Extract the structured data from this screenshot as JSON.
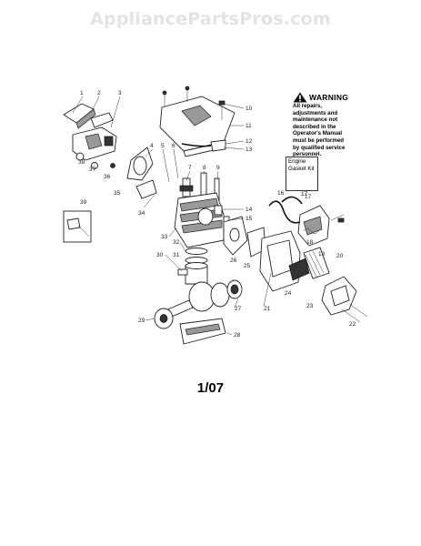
{
  "watermark": "AppliancePartsPros.com",
  "warning": {
    "title": "WARNING",
    "text": "All repairs, adjustments and maintenance not described in the Operator's Manual must be performed by qualified service personnel."
  },
  "gasket_kit": {
    "label": "Engine Gasket Kit",
    "number": "17"
  },
  "page_code": "1/07",
  "callouts": [
    "1",
    "2",
    "3",
    "4",
    "5",
    "6",
    "7",
    "8",
    "9",
    "10",
    "11",
    "12",
    "13",
    "14",
    "15",
    "16",
    "17",
    "18",
    "19",
    "20",
    "21",
    "22",
    "23",
    "24",
    "25",
    "26",
    "27",
    "28",
    "29",
    "30",
    "31",
    "32",
    "33",
    "34",
    "35",
    "36",
    "37",
    "38",
    "39"
  ],
  "icons": {
    "warning": "warning-triangle-icon"
  }
}
